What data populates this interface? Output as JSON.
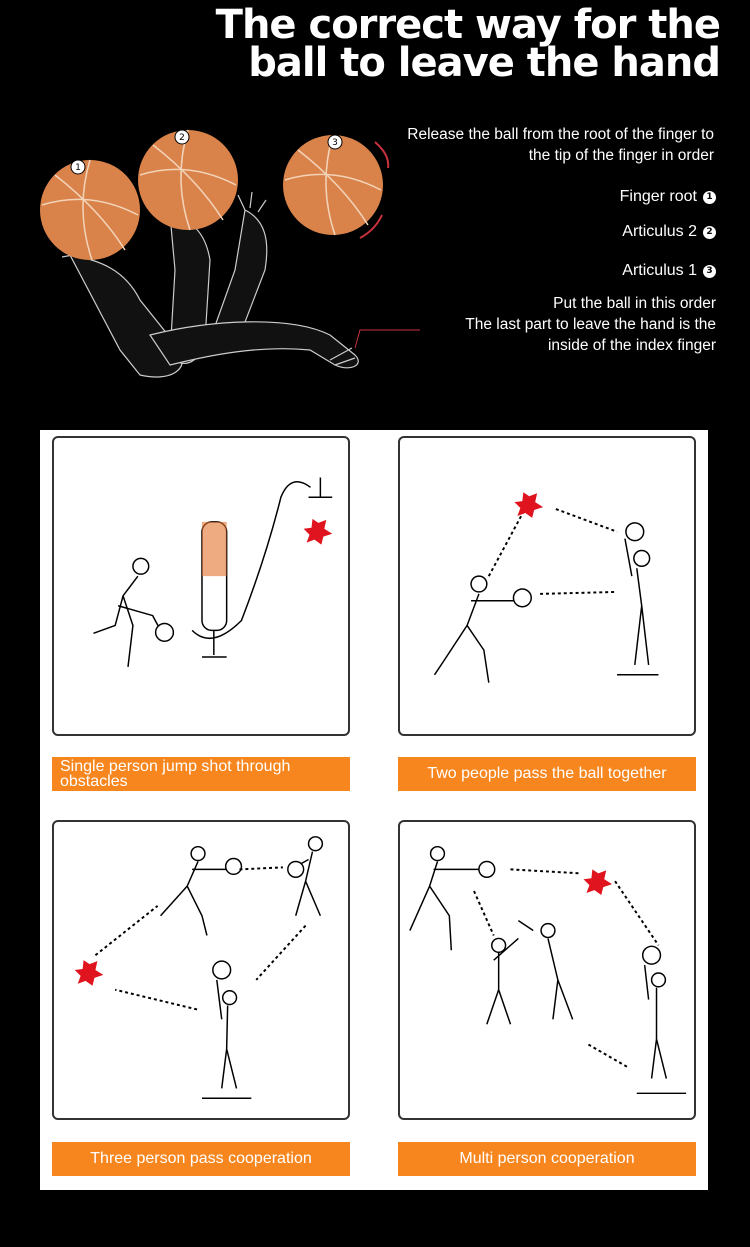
{
  "header": {
    "title_line1": "The correct way for the",
    "title_line2": "ball to leave the hand"
  },
  "hero": {
    "release_note_line1": "Release the ball from the root of the finger to",
    "release_note_line2": "the tip of the finger in order",
    "finger_items": [
      {
        "label": "Finger root",
        "badge": "1"
      },
      {
        "label": "Articulus 2",
        "badge": "2"
      },
      {
        "label": "Articulus 1",
        "badge": "3"
      }
    ],
    "order_note_line1": "Put the ball in this order",
    "order_note_line2": "The last part to leave the hand is the",
    "order_note_line3": "inside of the index finger",
    "ball_numbers": [
      "1",
      "2",
      "3"
    ]
  },
  "drills": [
    {
      "label": "Single person jump shot through obstacles"
    },
    {
      "label": "Two people pass the ball together"
    },
    {
      "label": "Three person pass cooperation"
    },
    {
      "label": "Multi person cooperation"
    }
  ],
  "colors": {
    "background": "#000000",
    "ball": "#d9834a",
    "accent_orange": "#f7861f",
    "marker_red": "#e0141e",
    "arrow_red": "#c8323c"
  }
}
